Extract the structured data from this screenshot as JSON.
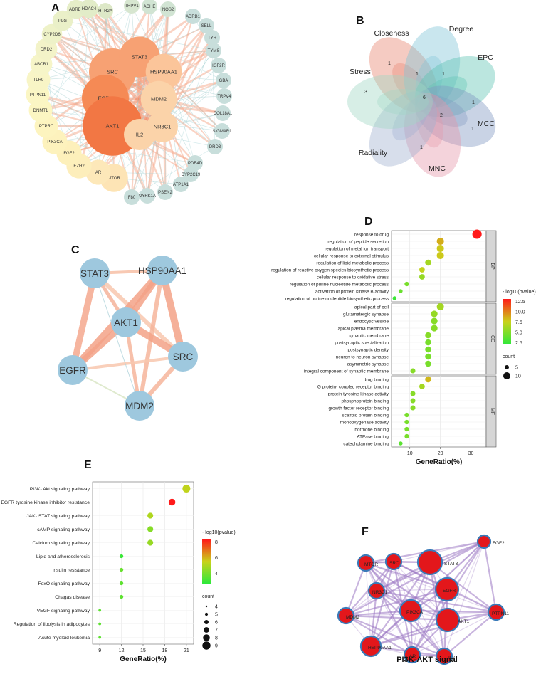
{
  "panels": {
    "a": {
      "letter": "A",
      "nodes": [
        {
          "name": "SRC",
          "size": 3,
          "color": "#f7a173"
        },
        {
          "name": "STAT3",
          "size": 2.6,
          "color": "#f7a173"
        },
        {
          "name": "EGFR",
          "size": 3,
          "color": "#f58a55"
        },
        {
          "name": "AKT1",
          "size": 3.8,
          "color": "#f27744"
        },
        {
          "name": "HSP90AA1",
          "size": 2.3,
          "color": "#fbc59a"
        },
        {
          "name": "MDM2",
          "size": 2.3,
          "color": "#fbd3a9"
        },
        {
          "name": "NR3C1",
          "size": 2,
          "color": "#fbd3a9"
        },
        {
          "name": "IL2",
          "size": 2,
          "color": "#fbd3a9"
        },
        {
          "name": "HTR2A",
          "size": 1,
          "color": "#dde8c7"
        },
        {
          "name": "TRPV1",
          "size": 1,
          "color": "#d7e6d0"
        },
        {
          "name": "ACHE",
          "size": 1,
          "color": "#d1e4d3"
        },
        {
          "name": "NOS2",
          "size": 1,
          "color": "#d1e4d3"
        },
        {
          "name": "ADRB1",
          "size": 1,
          "color": "#c8dedb"
        },
        {
          "name": "SELL",
          "size": 1,
          "color": "#c8dedb"
        },
        {
          "name": "TYR",
          "size": 1,
          "color": "#c8dedb"
        },
        {
          "name": "TYMS",
          "size": 1,
          "color": "#c8dedb"
        },
        {
          "name": "IGF2R",
          "size": 1,
          "color": "#c8dedb"
        },
        {
          "name": "GBA",
          "size": 1,
          "color": "#c8dedb"
        },
        {
          "name": "TRPV4",
          "size": 1,
          "color": "#c8dedb"
        },
        {
          "name": "COL18A1",
          "size": 1,
          "color": "#c8dedb"
        },
        {
          "name": "SIGMAR1",
          "size": 1,
          "color": "#c8dedb"
        },
        {
          "name": "DRD3",
          "size": 1,
          "color": "#c8dedb"
        },
        {
          "name": "PDE4D",
          "size": 1,
          "color": "#c8dedb"
        },
        {
          "name": "CYP2C19",
          "size": 1,
          "color": "#c8dedb"
        },
        {
          "name": "ATP1A1",
          "size": 1,
          "color": "#c8dedb"
        },
        {
          "name": "PSEN2",
          "size": 1,
          "color": "#c8dedb"
        },
        {
          "name": "DYRK1A",
          "size": 1,
          "color": "#c8dedb"
        },
        {
          "name": "F80",
          "size": 1,
          "color": "#c8dedb"
        },
        {
          "name": "MTOR",
          "size": 1.8,
          "color": "#fde4b5"
        },
        {
          "name": "AR",
          "size": 1.6,
          "color": "#fde8b9"
        },
        {
          "name": "EZH2",
          "size": 1.6,
          "color": "#fdeebb"
        },
        {
          "name": "FGF2",
          "size": 1.6,
          "color": "#fdf0bb"
        },
        {
          "name": "PIK3CA",
          "size": 1.6,
          "color": "#fdf2bd"
        },
        {
          "name": "PTPRC",
          "size": 1.5,
          "color": "#fdf4bf"
        },
        {
          "name": "DNMT1",
          "size": 1.5,
          "color": "#fcf6c2"
        },
        {
          "name": "PTPN11",
          "size": 1.5,
          "color": "#fbf6c4"
        },
        {
          "name": "TLR9",
          "size": 1.5,
          "color": "#f8f5c6"
        },
        {
          "name": "ABCB1",
          "size": 1.4,
          "color": "#f6f5c8"
        },
        {
          "name": "DRD2",
          "size": 1.4,
          "color": "#f3f3c8"
        },
        {
          "name": "CYP2D6",
          "size": 1.3,
          "color": "#eef2c8"
        },
        {
          "name": "PLG",
          "size": 1.3,
          "color": "#eaf0c8"
        },
        {
          "name": "ADRB2",
          "size": 1.2,
          "color": "#e6eec8"
        },
        {
          "name": "HDAC4",
          "size": 1.2,
          "color": "#e2ecc8"
        }
      ]
    },
    "b": {
      "letter": "B",
      "sets": [
        {
          "name": "Closeness",
          "color": "#e8826e"
        },
        {
          "name": "Degree",
          "color": "#7fc3d6"
        },
        {
          "name": "EPC",
          "color": "#5cc3b3"
        },
        {
          "name": "MCC",
          "color": "#7f97c0"
        },
        {
          "name": "MNC",
          "color": "#e497a9"
        },
        {
          "name": "Radiality",
          "color": "#9fb0d0"
        },
        {
          "name": "Stress",
          "color": "#9fd7c4"
        }
      ],
      "counts": [
        {
          "value": "1",
          "key": "closeness"
        },
        {
          "value": "1",
          "key": "closeness-degree"
        },
        {
          "value": "1",
          "key": "degree-epc"
        },
        {
          "value": "3",
          "key": "stress"
        },
        {
          "value": "6",
          "key": "all"
        },
        {
          "value": "2",
          "key": "epc-mcc"
        },
        {
          "value": "1",
          "key": "epc"
        },
        {
          "value": "1",
          "key": "mcc"
        },
        {
          "value": "1",
          "key": "mnc"
        }
      ]
    },
    "c": {
      "letter": "C",
      "nodes": [
        "STAT3",
        "HSP90AA1",
        "AKT1",
        "EGFR",
        "SRC",
        "MDM2"
      ]
    },
    "d": {
      "letter": "D",
      "xlabel": "GeneRatio(%)",
      "facets": [
        "BP",
        "CC",
        "MF"
      ],
      "legend_color_title": "- log10(pvalue)",
      "legend_color_ticks": [
        "12.5",
        "10.0",
        "7.5",
        "5.0",
        "2.5"
      ],
      "legend_size_title": "count",
      "legend_size_ticks": [
        "5",
        "10"
      ],
      "x_ticks": [
        "10",
        "20",
        "30"
      ]
    },
    "e": {
      "letter": "E",
      "xlabel": "GeneRatio(%)",
      "legend_color_title": "- log10(pvalue)",
      "legend_color_ticks": [
        "8",
        "6",
        "4"
      ],
      "legend_size_title": "count",
      "legend_size_ticks": [
        "4",
        "5",
        "6",
        "7",
        "8",
        "9"
      ],
      "x_ticks": [
        "9",
        "12",
        "15",
        "18",
        "21"
      ]
    },
    "f": {
      "letter": "F",
      "caption": "PI3K-AKT signal",
      "nodes": [
        "FGF2",
        "STAT3",
        "MTOR",
        "SRC",
        "NR3C1",
        "EGFR",
        "PIK3CA",
        "PTPN11",
        "MDM2",
        "AKT1",
        "HSP90AA1",
        "AR",
        "IL2"
      ]
    }
  },
  "chart_data": [
    {
      "type": "scatter",
      "panel": "D",
      "xlabel": "GeneRatio(%)",
      "xlim": [
        4,
        35
      ],
      "color_scale": "-log10(pvalue)",
      "groups": [
        {
          "facet": "BP",
          "points": [
            {
              "term": "response to drug",
              "x": 32,
              "pvalue": 13.0,
              "count": 12
            },
            {
              "term": "regulation of peptide secretion",
              "x": 20,
              "pvalue": 8.8,
              "count": 8
            },
            {
              "term": "regulation of metal ion transport",
              "x": 20,
              "pvalue": 8.0,
              "count": 8
            },
            {
              "term": "cellular response to external stimulus",
              "x": 20,
              "pvalue": 8.0,
              "count": 8
            },
            {
              "term": "regulation of lipid metabolic process",
              "x": 16,
              "pvalue": 6.5,
              "count": 6
            },
            {
              "term": "regulation of reactive oxygen species biosynthetic process",
              "x": 14,
              "pvalue": 7.5,
              "count": 5
            },
            {
              "term": "cellular response to oxidative stress",
              "x": 14,
              "pvalue": 6.0,
              "count": 5
            },
            {
              "term": "regulation of purine nucleotide metabolic process",
              "x": 9,
              "pvalue": 5.0,
              "count": 3
            },
            {
              "term": "activation of protein kinase B activity",
              "x": 7,
              "pvalue": 4.5,
              "count": 2
            },
            {
              "term": "regulation of purine nucleotide biosynthetic process",
              "x": 5,
              "pvalue": 3.0,
              "count": 2
            }
          ]
        },
        {
          "facet": "CC",
          "points": [
            {
              "term": "apical part of cell",
              "x": 20,
              "pvalue": 6.5,
              "count": 8
            },
            {
              "term": "glutamatergic synapse",
              "x": 18,
              "pvalue": 6.0,
              "count": 7
            },
            {
              "term": "endocytic vesicle",
              "x": 18,
              "pvalue": 5.5,
              "count": 7
            },
            {
              "term": "apical plasma membrane",
              "x": 18,
              "pvalue": 5.5,
              "count": 7
            },
            {
              "term": "synaptic membrane",
              "x": 16,
              "pvalue": 5.5,
              "count": 6
            },
            {
              "term": "postsynaptic specialization",
              "x": 16,
              "pvalue": 5.0,
              "count": 6
            },
            {
              "term": "postsynaptic density",
              "x": 16,
              "pvalue": 5.0,
              "count": 6
            },
            {
              "term": "neuron to neuron synapse",
              "x": 16,
              "pvalue": 5.0,
              "count": 6
            },
            {
              "term": "asymmetric synapse",
              "x": 16,
              "pvalue": 5.0,
              "count": 6
            },
            {
              "term": "integral component of synaptic membrane",
              "x": 11,
              "pvalue": 5.5,
              "count": 4
            }
          ]
        },
        {
          "facet": "MF",
          "points": [
            {
              "term": "drug binding",
              "x": 16,
              "pvalue": 8.5,
              "count": 6
            },
            {
              "term": "G protein- coupled receptor binding",
              "x": 14,
              "pvalue": 6.5,
              "count": 5
            },
            {
              "term": "protein tyrosine kinase activity",
              "x": 11,
              "pvalue": 5.5,
              "count": 4
            },
            {
              "term": "phosphoprotein binding",
              "x": 11,
              "pvalue": 5.5,
              "count": 4
            },
            {
              "term": "growth factor receptor binding",
              "x": 11,
              "pvalue": 5.5,
              "count": 4
            },
            {
              "term": "scaffold protein binding",
              "x": 9,
              "pvalue": 5.0,
              "count": 3
            },
            {
              "term": "monooxygenase activity",
              "x": 9,
              "pvalue": 5.0,
              "count": 3
            },
            {
              "term": "hormone binding",
              "x": 9,
              "pvalue": 5.0,
              "count": 3
            },
            {
              "term": "ATPase binding",
              "x": 9,
              "pvalue": 5.0,
              "count": 3
            },
            {
              "term": "catecholamine binding",
              "x": 7,
              "pvalue": 4.0,
              "count": 2
            }
          ]
        }
      ]
    },
    {
      "type": "scatter",
      "panel": "E",
      "xlabel": "GeneRatio(%)",
      "xlim": [
        8,
        22
      ],
      "color_scale": "-log10(pvalue)",
      "points": [
        {
          "term": "PI3K- Akt signaling pathway",
          "x": 21,
          "pvalue": 5.5,
          "count": 9
        },
        {
          "term": "EGFR tyrosine kinase inhibitor resistance",
          "x": 19,
          "pvalue": 8.3,
          "count": 8
        },
        {
          "term": "JAK- STAT signaling pathway",
          "x": 16,
          "pvalue": 5.2,
          "count": 7
        },
        {
          "term": "cAMP signaling pathway",
          "x": 16,
          "pvalue": 4.5,
          "count": 7
        },
        {
          "term": "Calcium signaling pathway",
          "x": 16,
          "pvalue": 4.8,
          "count": 7
        },
        {
          "term": "Lipid and atherosclerosis",
          "x": 12,
          "pvalue": 3.2,
          "count": 5
        },
        {
          "term": "Insulin resistance",
          "x": 12,
          "pvalue": 4.0,
          "count": 5
        },
        {
          "term": "FoxO signaling pathway",
          "x": 12,
          "pvalue": 3.8,
          "count": 5
        },
        {
          "term": "Chagas disease",
          "x": 12,
          "pvalue": 3.8,
          "count": 5
        },
        {
          "term": "VEGF signaling pathway",
          "x": 9,
          "pvalue": 3.8,
          "count": 4
        },
        {
          "term": "Regulation of lipolysis in adipocytes",
          "x": 9,
          "pvalue": 3.8,
          "count": 4
        },
        {
          "term": "Acute myeloid leukemia",
          "x": 9,
          "pvalue": 3.8,
          "count": 4
        }
      ]
    }
  ]
}
